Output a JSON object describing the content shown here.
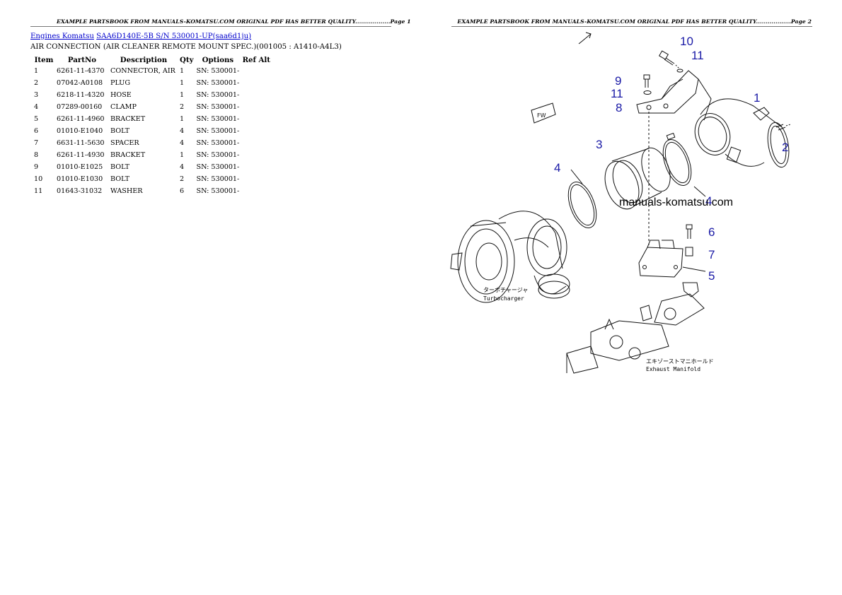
{
  "page1": {
    "header": "EXAMPLE PARTSBOOK FROM MANUALS-KOMATSU.COM ORIGINAL PDF HAS BETTER QUALITY..................Page 1",
    "breadcrumb": {
      "link1": "Engines Komatsu",
      "link2": "SAA6D140E-5B S/N 530001-UP(saa6d1ju)"
    },
    "title": "AIR CONNECTION (AIR CLEANER REMOTE MOUNT SPEC.)(001005 : A1410-A4L3)",
    "table": {
      "headers": [
        "Item",
        "PartNo",
        "Description",
        "Qty",
        "Options",
        "Ref Alt"
      ],
      "rows": [
        [
          "1",
          "6261-11-4370",
          "CONNECTOR, AIR",
          "1",
          "SN: 530001-",
          ""
        ],
        [
          "2",
          "07042-A0108",
          "PLUG",
          "1",
          "SN: 530001-",
          ""
        ],
        [
          "3",
          "6218-11-4320",
          "HOSE",
          "1",
          "SN: 530001-",
          ""
        ],
        [
          "4",
          "07289-00160",
          "CLAMP",
          "2",
          "SN: 530001-",
          ""
        ],
        [
          "5",
          "6261-11-4960",
          "BRACKET",
          "1",
          "SN: 530001-",
          ""
        ],
        [
          "6",
          "01010-E1040",
          "BOLT",
          "4",
          "SN: 530001-",
          ""
        ],
        [
          "7",
          "6631-11-5630",
          "SPACER",
          "4",
          "SN: 530001-",
          ""
        ],
        [
          "8",
          "6261-11-4930",
          "BRACKET",
          "1",
          "SN: 530001-",
          ""
        ],
        [
          "9",
          "01010-E1025",
          "BOLT",
          "4",
          "SN: 530001-",
          ""
        ],
        [
          "10",
          "01010-E1030",
          "BOLT",
          "2",
          "SN: 530001-",
          ""
        ],
        [
          "11",
          "01643-31032",
          "WASHER",
          "6",
          "SN: 530001-",
          ""
        ]
      ]
    }
  },
  "page2": {
    "header": "EXAMPLE PARTSBOOK FROM MANUALS-KOMATSU.COM ORIGINAL PDF HAS BETTER QUALITY..................Page 2",
    "diagram": {
      "watermark": "manuals-komatsu.com",
      "callouts": [
        "10",
        "11",
        "9",
        "11",
        "8",
        "1",
        "2",
        "3",
        "4",
        "4",
        "6",
        "7",
        "5"
      ],
      "turbo_label_jp": "ターボチャージャ",
      "turbo_label_en": "Turbocharger",
      "manifold_label_jp": "エキゾーストマニホールド",
      "manifold_label_en": "Exhaust Manifold",
      "accent_color": "#1a1aa6"
    }
  }
}
